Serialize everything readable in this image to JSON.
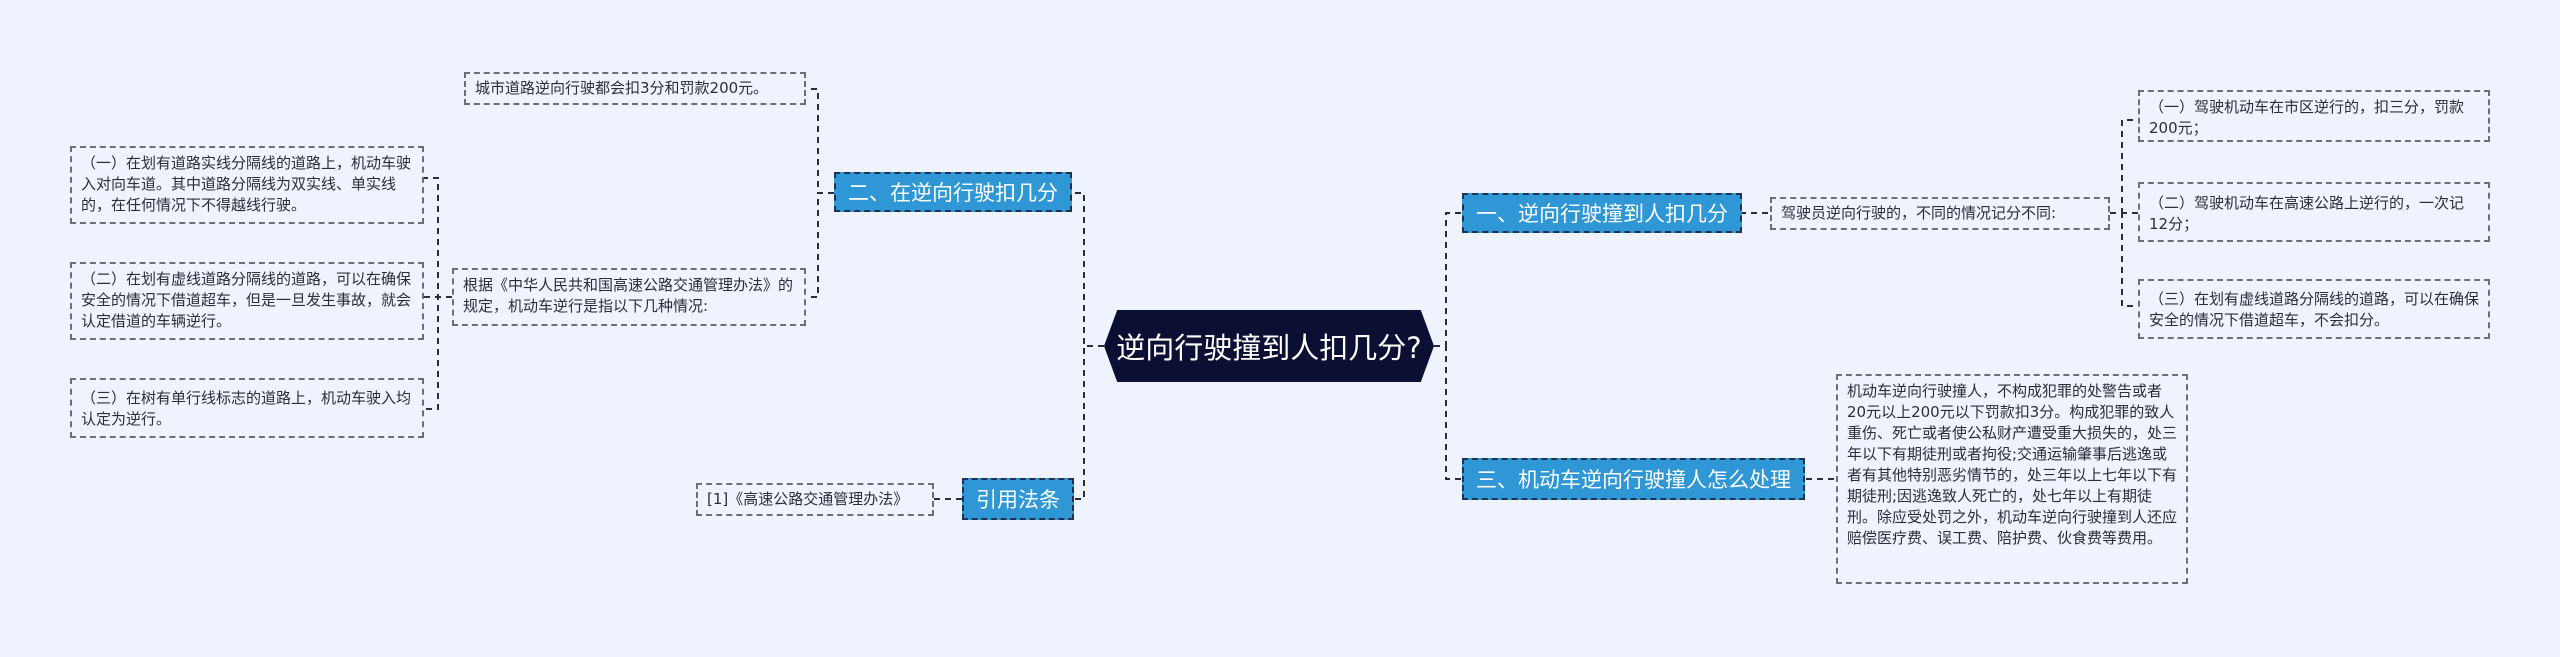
{
  "root": {
    "title": "逆向行驶撞到人扣几分?"
  },
  "branches": {
    "b1": {
      "label": "一、逆向行驶撞到人扣几分",
      "sub": "驾驶员逆向行驶的，不同的情况记分不同:",
      "items": [
        "（一）驾驶机动车在市区逆行的，扣三分，罚款200元；",
        "（二）驾驶机动车在高速公路上逆行的，一次记12分；",
        "（三）在划有虚线道路分隔线的道路，可以在确保安全的情况下借道超车，不会扣分。"
      ]
    },
    "b2": {
      "label": "二、在逆向行驶扣几分",
      "city": "城市道路逆向行驶都会扣3分和罚款200元。",
      "law": "根据《中华人民共和国高速公路交通管理办法》的规定，机动车逆行是指以下几种情况:",
      "items": [
        "（一）在划有道路实线分隔线的道路上，机动车驶入对向车道。其中道路分隔线为双实线、单实线的，在任何情况下不得越线行驶。",
        "（二）在划有虚线道路分隔线的道路，可以在确保安全的情况下借道超车，但是一旦发生事故，就会认定借道的车辆逆行。",
        "（三）在树有单行线标志的道路上，机动车驶入均认定为逆行。"
      ]
    },
    "b3": {
      "label": "三、机动车逆向行驶撞人怎么处理",
      "text": "机动车逆向行驶撞人，不构成犯罪的处警告或者20元以上200元以下罚款扣3分。构成犯罪的致人重伤、死亡或者使公私财产遭受重大损失的，处三年以下有期徒刑或者拘役;交通运输肇事后逃逸或者有其他特别恶劣情节的，处三年以上七年以下有期徒刑;因逃逸致人死亡的，处七年以上有期徒刑。除应受处罚之外，机动车逆向行驶撞到人还应赔偿医疗费、误工费、陪护费、伙食费等费用。"
    },
    "b4": {
      "label": "引用法条",
      "ref": "[1]《高速公路交通管理办法》"
    }
  },
  "colors": {
    "background": "#eef3fd",
    "root": "#0b0f33",
    "branch": "#2f97d5",
    "line": "#2b2d3a"
  }
}
